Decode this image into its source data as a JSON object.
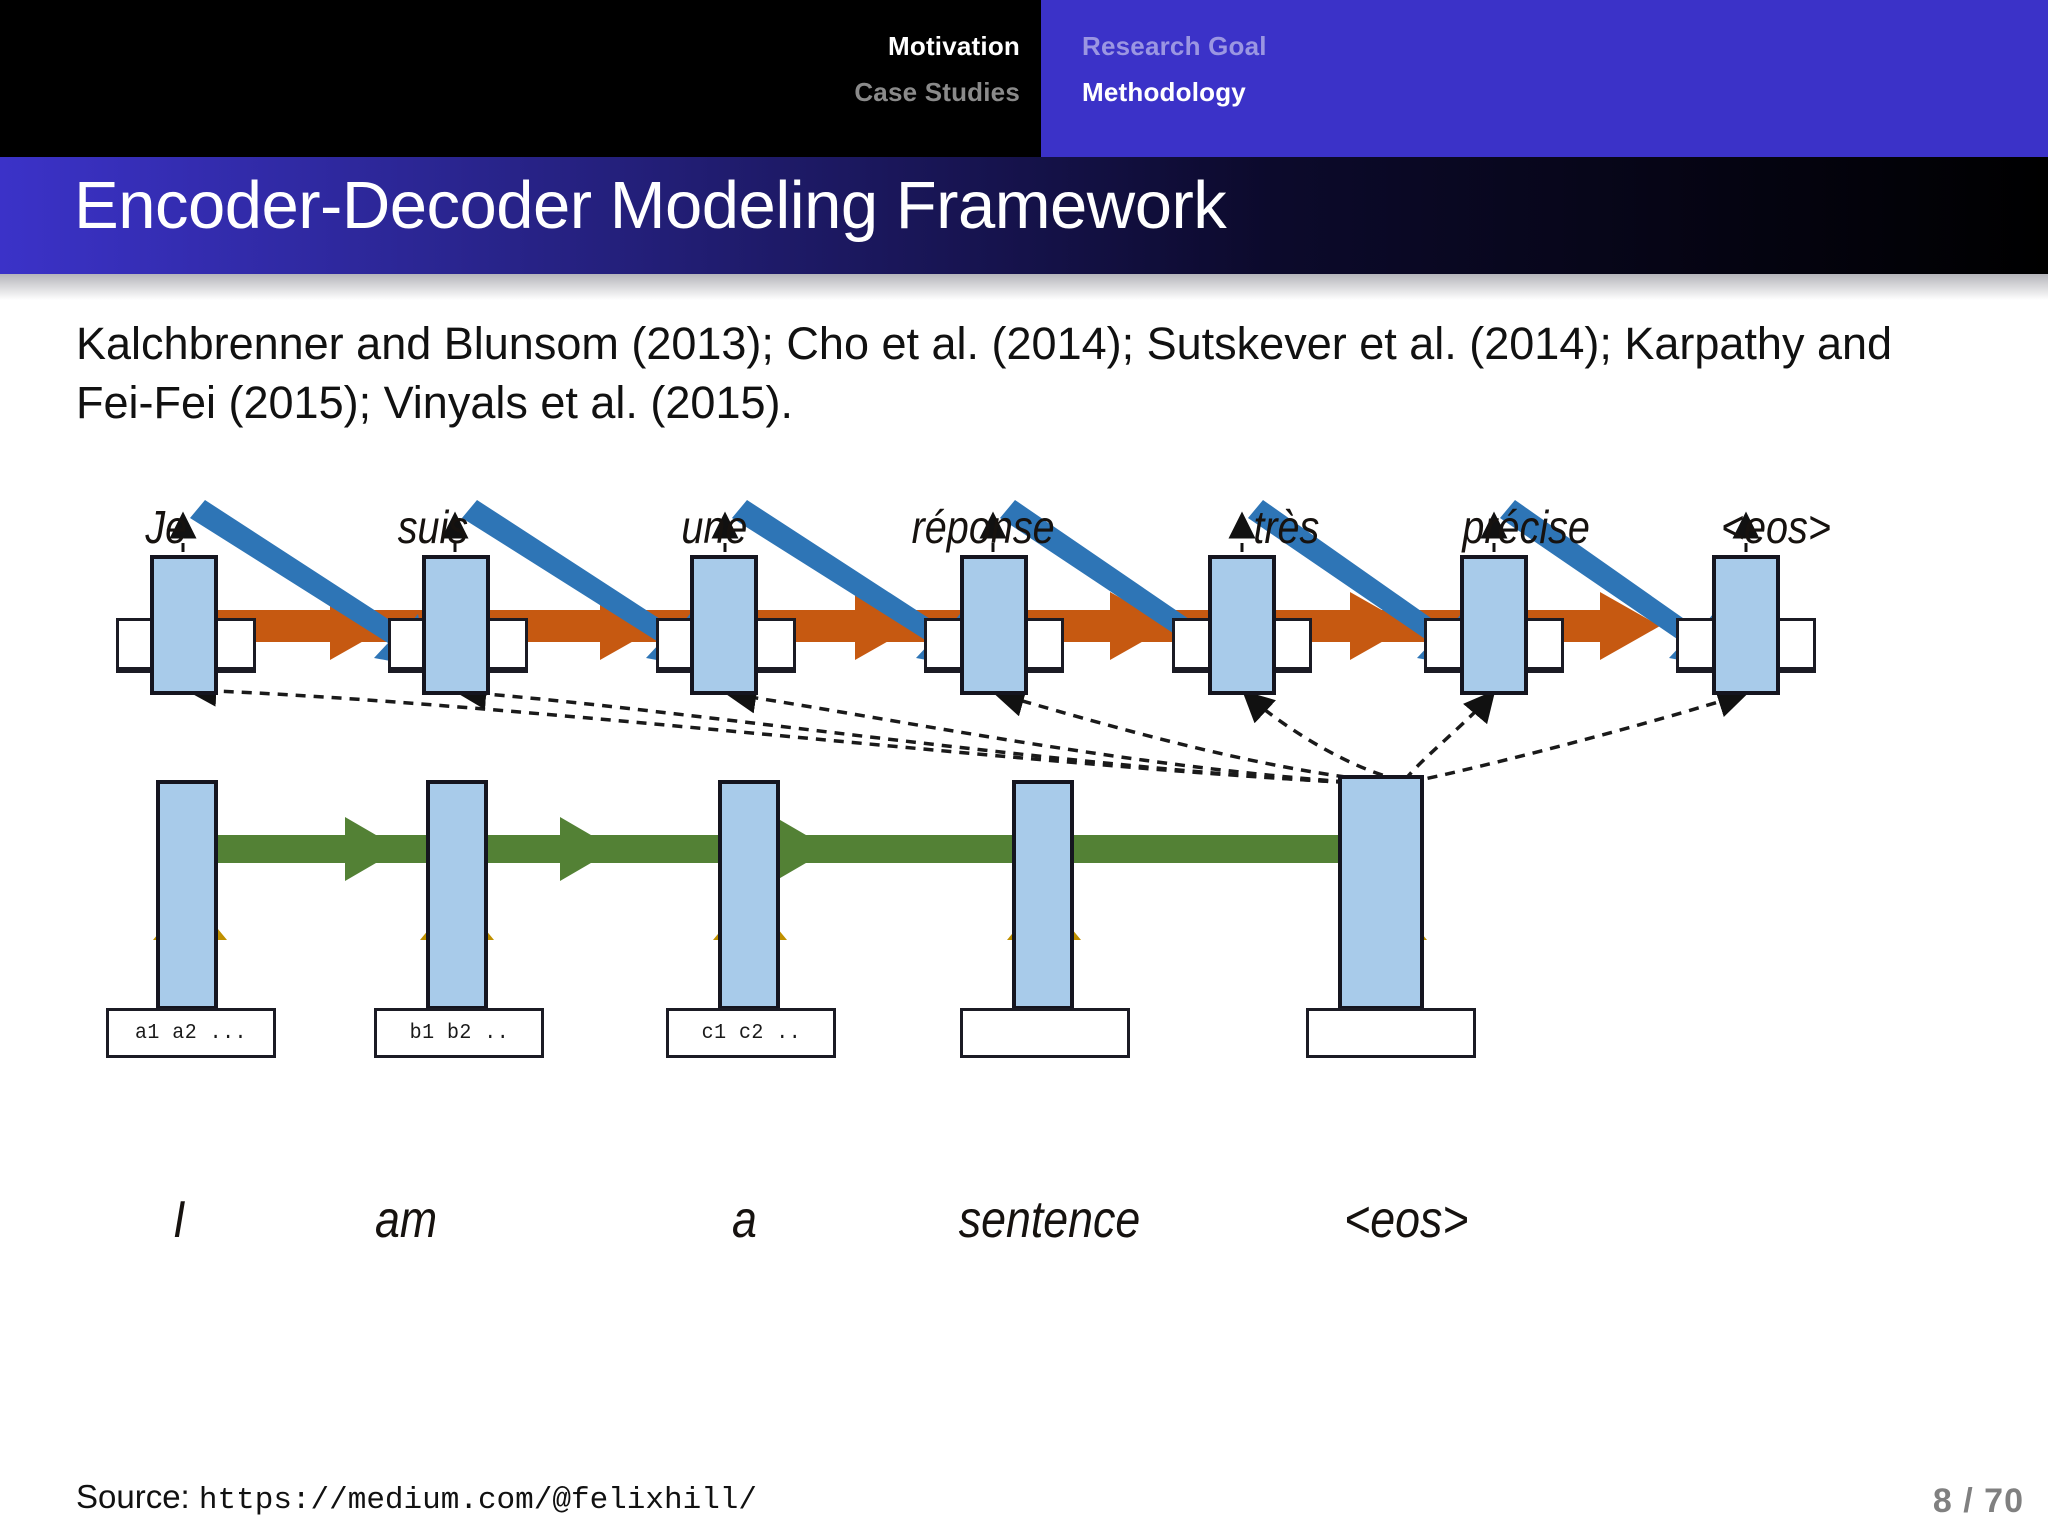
{
  "nav": {
    "left_column": [
      {
        "label": "Motivation",
        "active": true
      },
      {
        "label": "Case Studies",
        "active": false
      }
    ],
    "right_column": [
      {
        "label": "Research Goal",
        "active": false
      },
      {
        "label": "Methodology",
        "active": true
      }
    ]
  },
  "title": "Encoder-Decoder Modeling Framework",
  "citation": "Kalchbrenner and Blunsom (2013); Cho et al. (2014); Sutskever et al. (2014); Karpathy and Fei-Fei (2015); Vinyals et al. (2015).",
  "figure": {
    "output_words": [
      "Je",
      "suis",
      "une",
      "réponse",
      "très",
      "précise",
      "<eos>"
    ],
    "input_words": [
      "I",
      "am",
      "a",
      "sentence",
      "<eos>"
    ],
    "input_token_boxes": [
      "a1 a2 ...",
      "b1 b2 ..",
      "c1 c2 ..",
      "",
      ""
    ],
    "output_boxes": [
      "",
      "",
      "",
      "",
      "",
      "",
      ""
    ],
    "colors": {
      "cell_fill": "#a8cbea",
      "cell_stroke": "#15151f",
      "decoder_recurrent_arrow": "#c65911",
      "decoder_feedback_arrow": "#2e75b6",
      "encoder_recurrent_arrow": "#538135",
      "embedding_arrow": "#bf9000",
      "attention_line": "#1a1a1a",
      "nav_accent": "#3b32c8",
      "title_band_start": "#3b32c8"
    }
  },
  "footer": {
    "source_label": "Source:",
    "source_url": "https://medium.com/@felixhill/",
    "page": "8 / 70"
  }
}
